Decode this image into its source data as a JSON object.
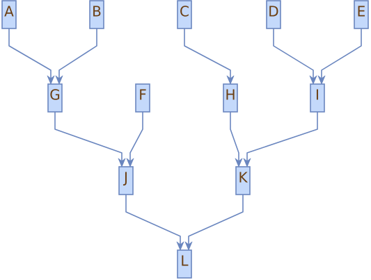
{
  "diagram": {
    "type": "tree",
    "colors": {
      "node_fill": "#c4d9fb",
      "node_border": "#6a86bf",
      "edge": "#6a86bf",
      "label": "#6b3f12",
      "background": "#ffffff"
    },
    "nodes": [
      {
        "id": "A",
        "label": "A"
      },
      {
        "id": "B",
        "label": "B"
      },
      {
        "id": "C",
        "label": "C"
      },
      {
        "id": "D",
        "label": "D"
      },
      {
        "id": "E",
        "label": "E"
      },
      {
        "id": "F",
        "label": "F"
      },
      {
        "id": "G",
        "label": "G"
      },
      {
        "id": "H",
        "label": "H"
      },
      {
        "id": "I",
        "label": "I"
      },
      {
        "id": "J",
        "label": "J"
      },
      {
        "id": "K",
        "label": "K"
      },
      {
        "id": "L",
        "label": "L"
      }
    ],
    "edges": [
      {
        "from": "A",
        "to": "G"
      },
      {
        "from": "B",
        "to": "G"
      },
      {
        "from": "C",
        "to": "H"
      },
      {
        "from": "D",
        "to": "I"
      },
      {
        "from": "E",
        "to": "I"
      },
      {
        "from": "G",
        "to": "J"
      },
      {
        "from": "F",
        "to": "J"
      },
      {
        "from": "H",
        "to": "K"
      },
      {
        "from": "I",
        "to": "K"
      },
      {
        "from": "J",
        "to": "L"
      },
      {
        "from": "K",
        "to": "L"
      }
    ]
  }
}
